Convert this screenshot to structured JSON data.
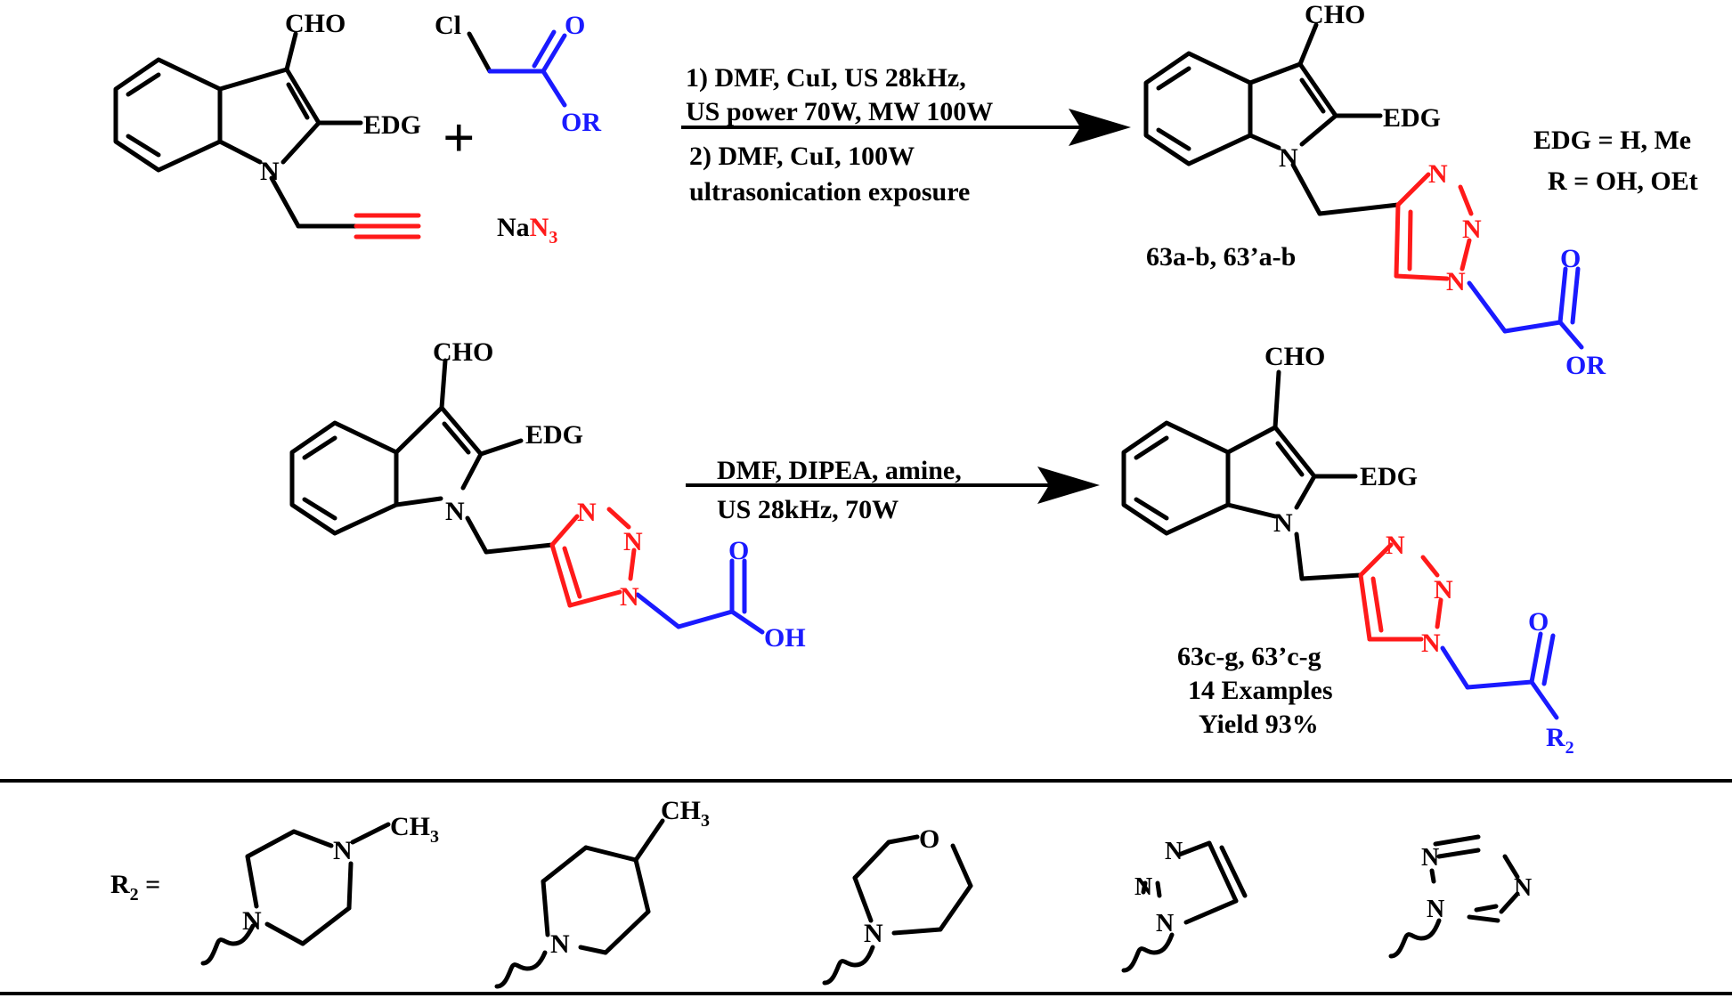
{
  "colors": {
    "black": "#000000",
    "red": "#ff1a1a",
    "blue": "#1a1aff"
  },
  "labels": {
    "cho": "CHO",
    "edg": "EDG",
    "n": "N",
    "o": "O",
    "or": "OR",
    "oh": "OH",
    "cl": "Cl",
    "plus": "+",
    "na": "Na",
    "n3": "N",
    "n3_sub": "3",
    "r2": "R",
    "r2_sub": "2",
    "ch3": "CH",
    "ch3_sub": "3",
    "r2_equals": "R",
    "r2_equals_sub": "2",
    "equals": " ="
  },
  "reaction1": {
    "conditions": [
      "1) DMF, CuI, US 28kHz,",
      "US power 70W, MW 100W",
      "2) DMF, CuI,  100W",
      "ultrasonication exposure"
    ],
    "product_label": "63a-b, 63’a-b",
    "definitions": [
      "EDG = H, Me",
      "R = OH, OEt"
    ]
  },
  "reaction2": {
    "conditions": [
      "DMF, DIPEA, amine,",
      "US 28kHz, 70W"
    ],
    "product_labels": [
      "63c-g, 63’c-g",
      "14 Examples",
      "Yield 93%"
    ]
  }
}
